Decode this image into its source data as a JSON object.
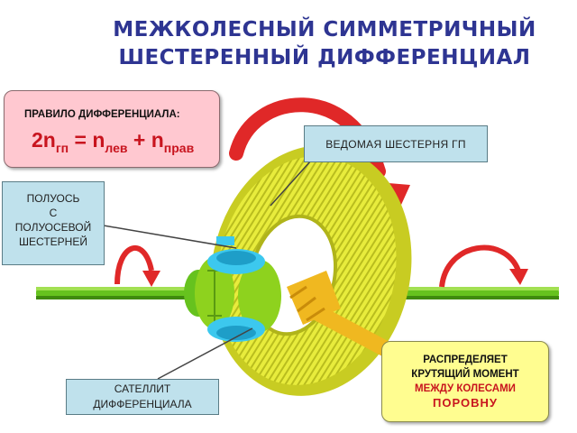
{
  "title": {
    "line1": "МЕЖКОЛЕСНЫЙ СИММЕТРИЧНЫЙ",
    "line2": "ШЕСТЕРЕННЫЙ ДИФФЕРЕНЦИАЛ"
  },
  "rule": {
    "heading": "ПРАВИЛО ДИФФЕРЕНЦИАЛА:",
    "formula": {
      "coef": "2n",
      "sub_main": "гп",
      "eq": " = n",
      "sub_left": "лев",
      "plus": " + n",
      "sub_right": "прав"
    }
  },
  "labels": {
    "driven_gear": "ВЕДОМАЯ ШЕСТЕРНЯ ГП",
    "axle": [
      "ПОЛУОСЬ",
      "С",
      "ПОЛУОСЕВОЙ",
      "ШЕСТЕРНЕЙ"
    ],
    "satellite": [
      "САТЕЛЛИТ",
      "ДИФФЕРЕНЦИАЛА"
    ]
  },
  "distribution": {
    "line1": "РАСПРЕДЕЛЯЕТ",
    "line2": "КРУТЯЩИЙ МОМЕНТ",
    "line3": "МЕЖДУ КОЛЕСАМИ",
    "line4": "ПОРОВНУ"
  },
  "colors": {
    "title": "#2e3592",
    "ring_gear": "#e8ec3c",
    "pinion": "#f0b820",
    "side_gear": "#8ed21e",
    "satellite_gear": "#3cc8ee",
    "axle": "#66c21e",
    "arrow": "#e02828",
    "rule_bg": "#ffc8d0",
    "label_bg": "#bfe1ec",
    "dist_bg": "#fffd90"
  }
}
